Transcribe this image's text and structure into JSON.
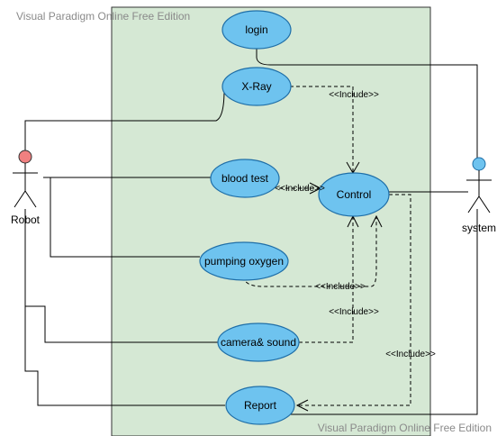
{
  "watermark": {
    "top": "Visual Paradigm Online Free Edition",
    "bottom": "Visual Paradigm Online Free Edition"
  },
  "colors": {
    "system_boundary": "#d5e8d4",
    "use_case_fill": "#6ec3ef",
    "use_case_stroke": "#1f6fa8",
    "actor_robot_head": "#f08080",
    "actor_system_head": "#6ec3ef"
  },
  "actors": {
    "robot": "Robot",
    "system": "system"
  },
  "use_cases": {
    "login": "login",
    "xray": "X-Ray",
    "blood_test": "blood test",
    "control": "Control",
    "pumping_oxygen": "pumping oxygen",
    "camera_sound": "camera& sound",
    "report": "Report"
  },
  "relations": {
    "include_xray": "<<Include>>",
    "include_blood": "<<Include>>",
    "include_oxygen": "<<Include>>",
    "include_camera": "<<Include>>",
    "include_report": "<<Include>>"
  }
}
